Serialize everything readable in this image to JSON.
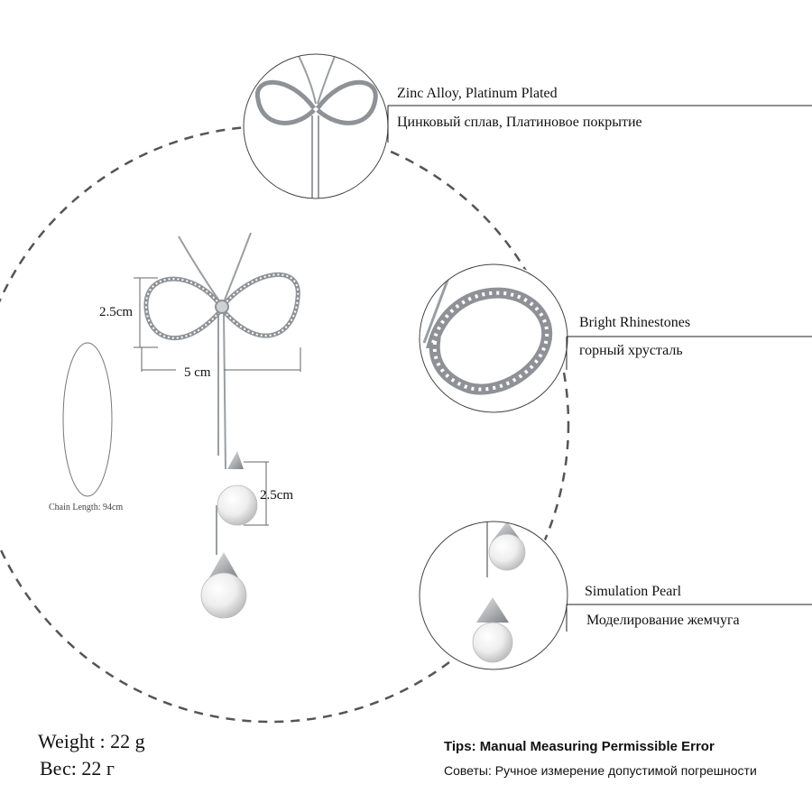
{
  "callouts": {
    "material": {
      "en": "Zinc Alloy, Platinum Plated",
      "ru": "Цинковый сплав, Платиновое покрытие"
    },
    "stones": {
      "en": "Bright Rhinestones",
      "ru": "горный хрусталь"
    },
    "pearl": {
      "en": "Simulation Pearl",
      "ru": "Моделирование жемчуга"
    }
  },
  "dimensions": {
    "bow_height": "2.5cm",
    "bow_width": "5 cm",
    "pearl_height": "2.5cm",
    "chain_length": "Chain Length: 94cm"
  },
  "weight": {
    "en": "Weight : 22 g",
    "ru": "Вес: 22 г"
  },
  "tips": {
    "en": "Tips: Manual Measuring Permissible Error",
    "ru": "Советы: Ручное измерение допустимой погрешности"
  },
  "colors": {
    "metal": "#9a9ea3",
    "pearl": "#f4f4f4",
    "dashed_circle": "#555555",
    "lines": "#333333"
  }
}
